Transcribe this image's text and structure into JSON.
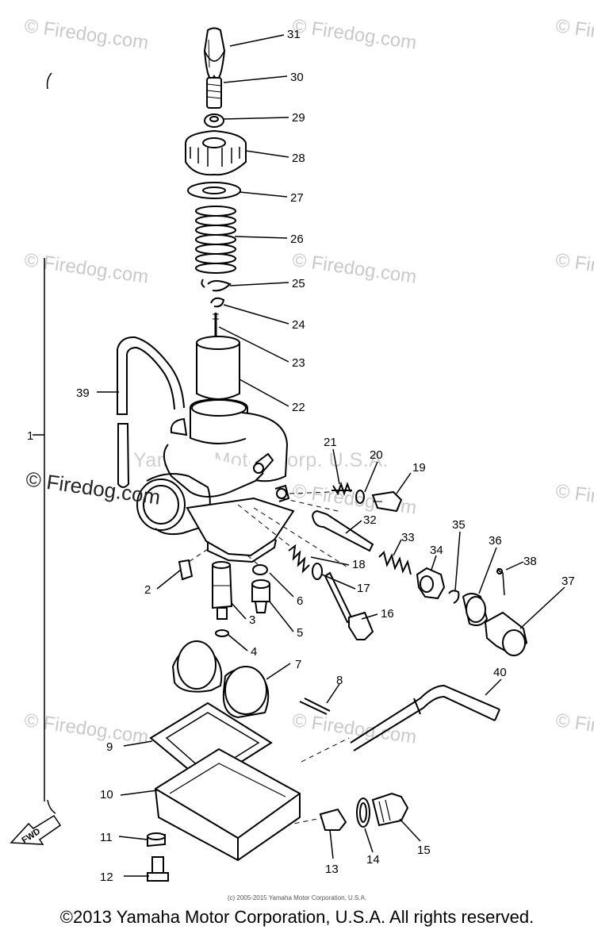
{
  "watermarks": {
    "brand": "© Firedog.com",
    "center": "Yamaha Motor Corp. U.S.A."
  },
  "fwd_label": "FWD",
  "part_labels": [
    "31",
    "30",
    "29",
    "28",
    "27",
    "26",
    "25",
    "24",
    "23",
    "22",
    "39",
    "1",
    "21",
    "20",
    "19",
    "32",
    "33",
    "34",
    "35",
    "36",
    "38",
    "37",
    "18",
    "17",
    "16",
    "2",
    "6",
    "3",
    "5",
    "4",
    "7",
    "8",
    "40",
    "9",
    "10",
    "11",
    "12",
    "13",
    "14",
    "15"
  ],
  "footer": {
    "small": "(c) 2005-2015 Yamaha Motor Corporation, U.S.A.",
    "copyright": "©2013 Yamaha Motor Corporation, U.S.A. All rights reserved."
  }
}
